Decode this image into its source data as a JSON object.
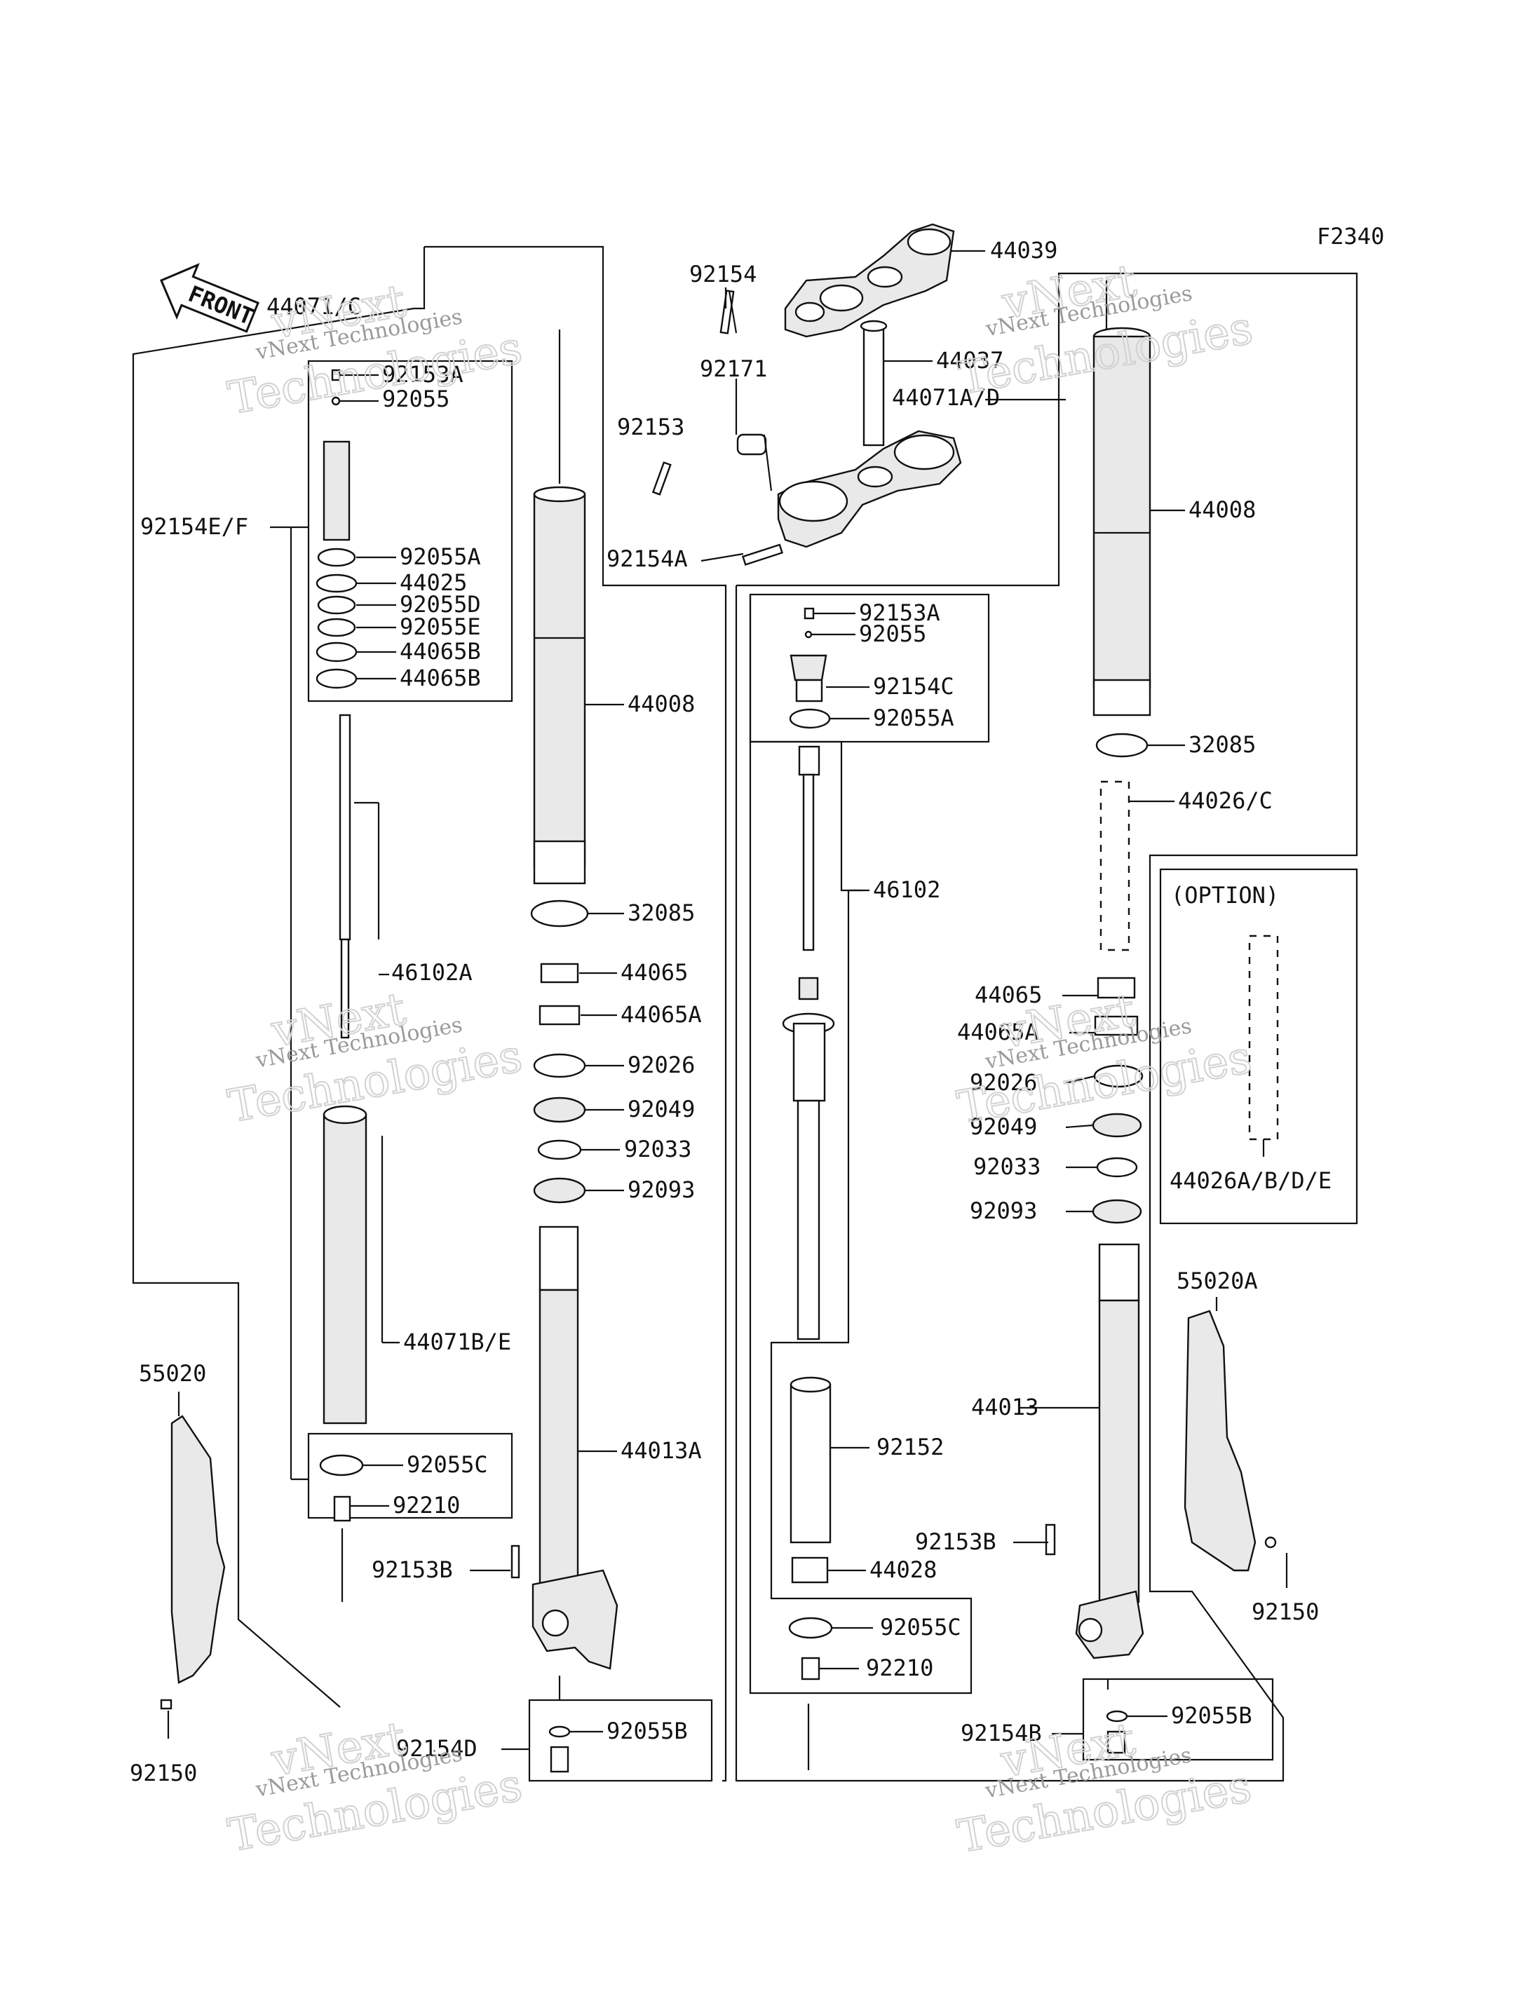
{
  "diagram_code": "F2340",
  "front_label": "FRONT",
  "option_label": "(OPTION)",
  "watermark": {
    "line1": "vNext Technologies",
    "line2": "vNext",
    "line3": "Technologies"
  },
  "parts": {
    "p44039": "44039",
    "p92154_top": "92154",
    "p44071CD": "44071/C",
    "p44037": "44037",
    "p92171": "92171",
    "p44071AD": "44071A/D",
    "p92153_top": "92153",
    "p92154A": "92154A",
    "L_92153A": "92153A",
    "L_92055": "92055",
    "L_92154EF": "92154E/F",
    "L_92055A": "92055A",
    "L_44025": "44025",
    "L_92055D": "92055D",
    "L_92055E": "92055E",
    "L_44065B_1": "44065B",
    "L_44065B_2": "44065B",
    "L_44008": "44008",
    "L_32085": "32085",
    "L_46102A": "46102A",
    "L_44065": "44065",
    "L_44065A": "44065A",
    "L_92026": "92026",
    "L_92049": "92049",
    "L_92033": "92033",
    "L_92093": "92093",
    "L_44071BE": "44071B/E",
    "L_55020": "55020",
    "L_44013A": "44013A",
    "L_92055C": "92055C",
    "L_92210": "92210",
    "L_92153B": "92153B",
    "L_92154D": "92154D",
    "L_92055B": "92055B",
    "L_92150": "92150",
    "R_92153A": "92153A",
    "R_92055": "92055",
    "R_92154C": "92154C",
    "R_92055A": "92055A",
    "R_46102": "46102",
    "R_44008": "44008",
    "R_32085": "32085",
    "R_44026C": "44026/C",
    "R_44065": "44065",
    "R_44065A": "44065A",
    "R_92026": "92026",
    "R_92049": "92049",
    "R_92033": "92033",
    "R_92093": "92093",
    "R_44026ABDE": "44026A/B/D/E",
    "R_55020A": "55020A",
    "R_44013": "44013",
    "R_92152": "92152",
    "R_92153B": "92153B",
    "R_44028": "44028",
    "R_92150": "92150",
    "R_92055C": "92055C",
    "R_92210": "92210",
    "R_92154B": "92154B",
    "R_92055B": "92055B"
  }
}
